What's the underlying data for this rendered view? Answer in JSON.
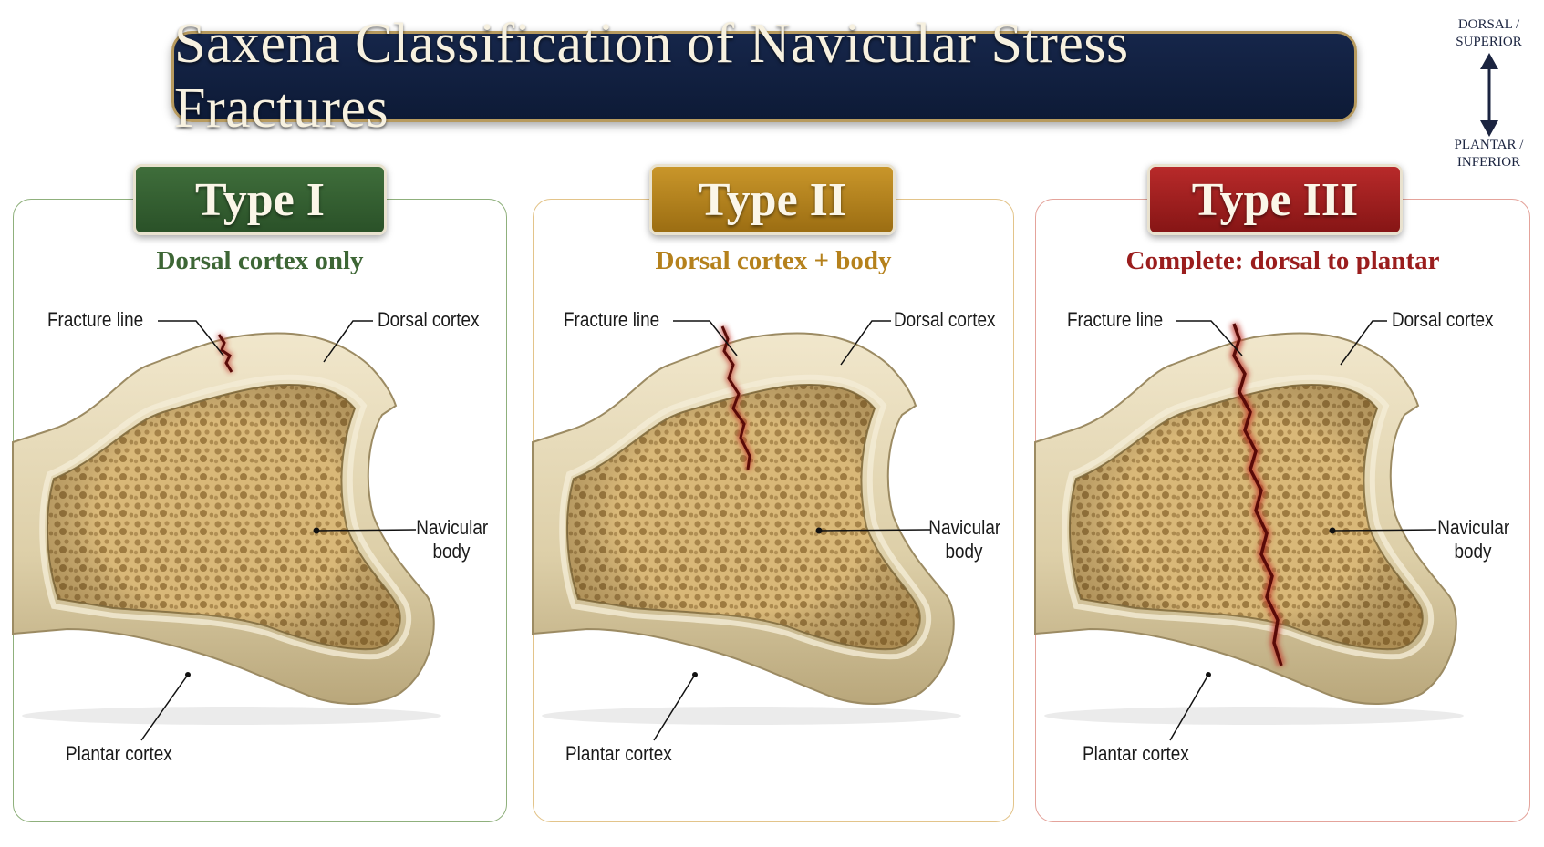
{
  "title": "Saxena Classification of Navicular Stress Fractures",
  "orientation": {
    "top_line1": "DORSAL /",
    "top_line2": "SUPERIOR",
    "bottom_line1": "PLANTAR /",
    "bottom_line2": "INFERIOR",
    "icon": "double-arrow-vertical-icon"
  },
  "panels": [
    {
      "type": "Type I",
      "description": "Dorsal cortex only",
      "color": "#2f5a2c",
      "labels": {
        "fracture_line": "Fracture line",
        "dorsal_cortex": "Dorsal cortex",
        "navicular_body_1": "Navicular",
        "navicular_body_2": "body",
        "plantar_cortex": "Plantar cortex"
      }
    },
    {
      "type": "Type II",
      "description": "Dorsal cortex + body",
      "color": "#a87516",
      "labels": {
        "fracture_line": "Fracture line",
        "dorsal_cortex": "Dorsal cortex",
        "navicular_body_1": "Navicular",
        "navicular_body_2": "body",
        "plantar_cortex": "Plantar cortex"
      }
    },
    {
      "type": "Type III",
      "description": "Complete: dorsal to plantar",
      "color": "#961b1b",
      "labels": {
        "fracture_line": "Fracture line",
        "dorsal_cortex": "Dorsal cortex",
        "navicular_body_1": "Navicular",
        "navicular_body_2": "body",
        "plantar_cortex": "Plantar cortex"
      }
    }
  ]
}
